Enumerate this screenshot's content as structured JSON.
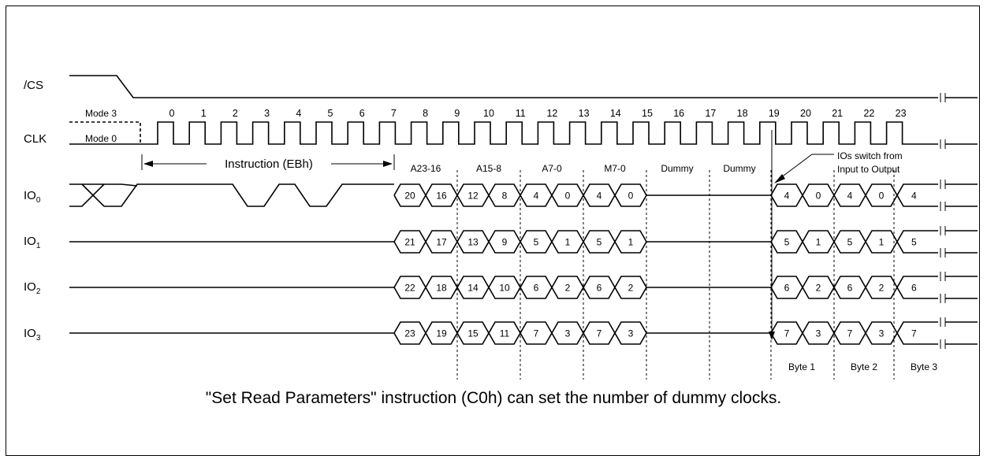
{
  "signals": {
    "cs": "/CS",
    "clk": "CLK",
    "io": [
      {
        "base": "IO",
        "sub": "0"
      },
      {
        "base": "IO",
        "sub": "1"
      },
      {
        "base": "IO",
        "sub": "2"
      },
      {
        "base": "IO",
        "sub": "3"
      }
    ]
  },
  "modes": {
    "mode3": "Mode 3",
    "mode0": "Mode 0"
  },
  "clock_numbers": [
    "0",
    "1",
    "2",
    "3",
    "4",
    "5",
    "6",
    "7",
    "8",
    "9",
    "10",
    "11",
    "12",
    "13",
    "14",
    "15",
    "16",
    "17",
    "18",
    "19",
    "20",
    "21",
    "22",
    "23"
  ],
  "instruction_label": "Instruction (EBh)",
  "segments": [
    "A23-16",
    "A15-8",
    "A7-0",
    "M7-0",
    "Dummy",
    "Dummy"
  ],
  "io_switch_note": [
    "IOs switch from",
    "Input to Output"
  ],
  "io_values": [
    [
      "20",
      "16",
      "12",
      "8",
      "4",
      "0",
      "4",
      "0"
    ],
    [
      "21",
      "17",
      "13",
      "9",
      "5",
      "1",
      "5",
      "1"
    ],
    [
      "22",
      "18",
      "14",
      "10",
      "6",
      "2",
      "6",
      "2"
    ],
    [
      "23",
      "19",
      "15",
      "11",
      "7",
      "3",
      "7",
      "3"
    ]
  ],
  "output_values": [
    [
      "4",
      "0",
      "4",
      "0",
      "4"
    ],
    [
      "5",
      "1",
      "5",
      "1",
      "5"
    ],
    [
      "6",
      "2",
      "6",
      "2",
      "6"
    ],
    [
      "7",
      "3",
      "7",
      "3",
      "7"
    ]
  ],
  "bytes": [
    "Byte 1",
    "Byte 2",
    "Byte 3"
  ],
  "caption": "\"Set Read Parameters\" instruction (C0h) can set the number of dummy clocks."
}
